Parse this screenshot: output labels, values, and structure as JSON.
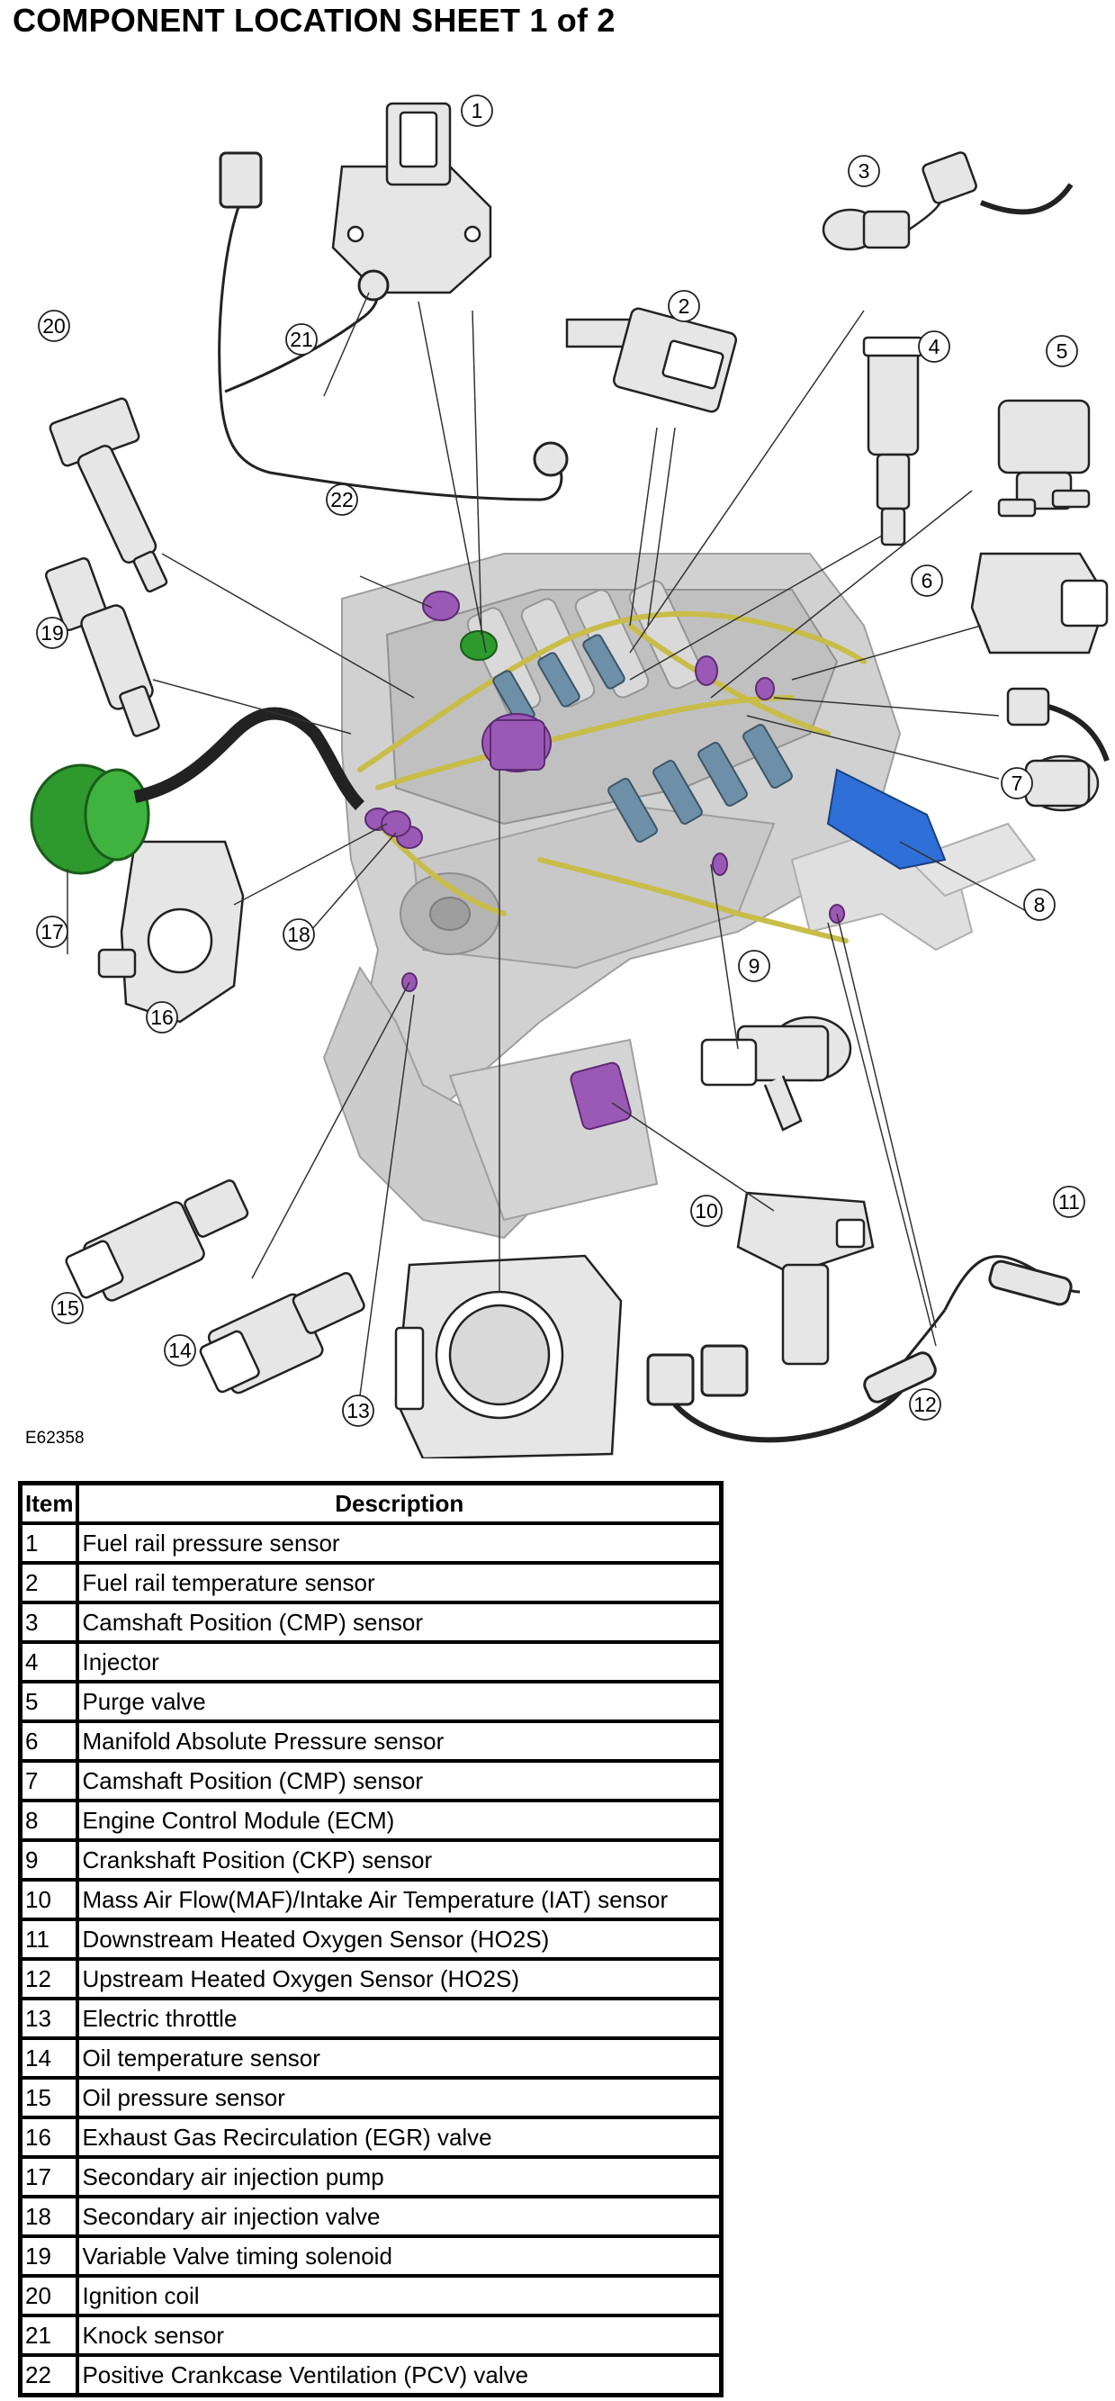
{
  "title": "COMPONENT LOCATION SHEET 1 of 2",
  "figure_id": "E62358",
  "colors": {
    "highlight_purple": "#9b59b6",
    "highlight_green": "#2e9a2e",
    "highlight_blue": "#2f6fd8",
    "harness_yellow": "#c8bd4a",
    "engine_gray": "#b5b5b5"
  },
  "callouts": [
    "1",
    "2",
    "3",
    "4",
    "5",
    "6",
    "7",
    "8",
    "9",
    "10",
    "11",
    "12",
    "13",
    "14",
    "15",
    "16",
    "17",
    "18",
    "19",
    "20",
    "21",
    "22"
  ],
  "legend": {
    "header_item": "Item",
    "header_description": "Description",
    "rows": [
      {
        "item": "1",
        "description": "Fuel rail pressure sensor"
      },
      {
        "item": "2",
        "description": "Fuel rail temperature sensor"
      },
      {
        "item": "3",
        "description": "Camshaft Position (CMP) sensor"
      },
      {
        "item": "4",
        "description": "Injector"
      },
      {
        "item": "5",
        "description": "Purge valve"
      },
      {
        "item": "6",
        "description": "Manifold Absolute Pressure sensor"
      },
      {
        "item": "7",
        "description": "Camshaft Position (CMP) sensor"
      },
      {
        "item": "8",
        "description": "Engine Control Module (ECM)"
      },
      {
        "item": "9",
        "description": "Crankshaft Position (CKP) sensor"
      },
      {
        "item": "10",
        "description": "Mass Air Flow(MAF)/Intake Air Temperature (IAT) sensor"
      },
      {
        "item": "11",
        "description": "Downstream Heated Oxygen Sensor (HO2S)"
      },
      {
        "item": "12",
        "description": "Upstream Heated Oxygen Sensor (HO2S)"
      },
      {
        "item": "13",
        "description": "Electric throttle"
      },
      {
        "item": "14",
        "description": "Oil temperature sensor"
      },
      {
        "item": "15",
        "description": "Oil pressure sensor"
      },
      {
        "item": "16",
        "description": "Exhaust Gas Recirculation (EGR) valve"
      },
      {
        "item": "17",
        "description": "Secondary air injection pump"
      },
      {
        "item": "18",
        "description": "Secondary air injection valve"
      },
      {
        "item": "19",
        "description": "Variable Valve timing solenoid"
      },
      {
        "item": "20",
        "description": "Ignition coil"
      },
      {
        "item": "21",
        "description": "Knock sensor"
      },
      {
        "item": "22",
        "description": "Positive Crankcase Ventilation (PCV) valve"
      }
    ]
  }
}
